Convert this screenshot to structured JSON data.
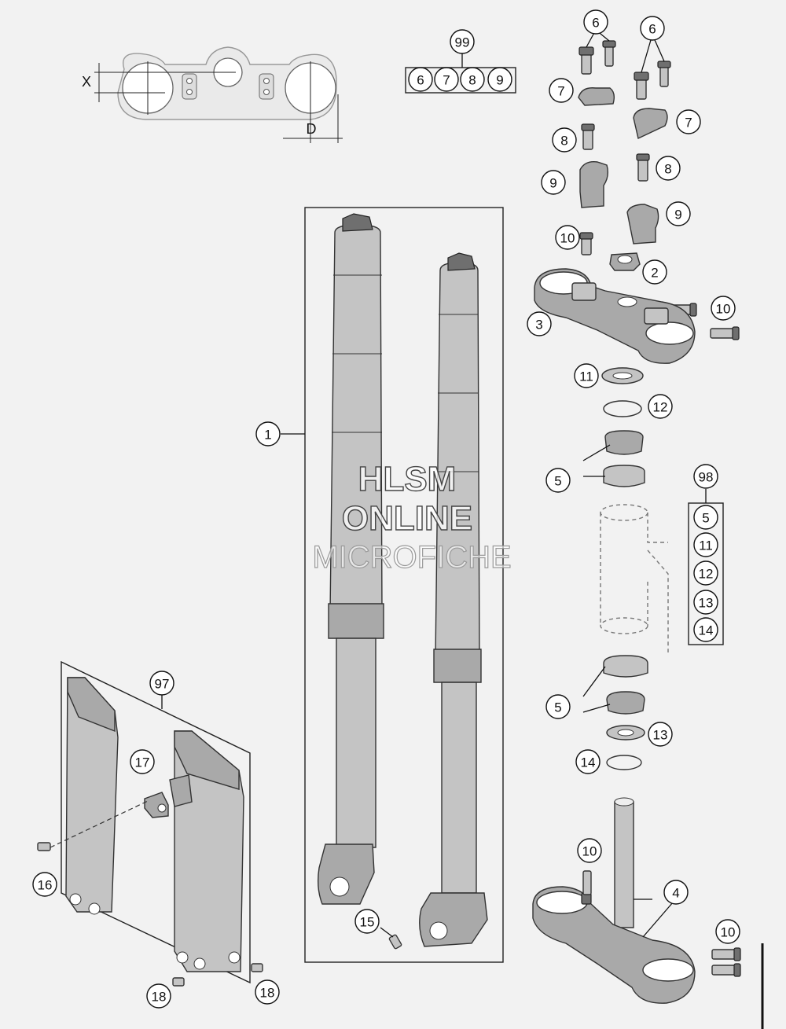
{
  "dimension_labels": {
    "x": "X",
    "d": "D"
  },
  "watermark": {
    "line1": "HLSM",
    "line2": "ONLINE",
    "line3": "MICROFICHE"
  },
  "callouts": {
    "c99": "99",
    "k99a": "6",
    "k99b": "7",
    "k99c": "8",
    "k99d": "9",
    "c6a": "6",
    "c6b": "6",
    "c7a": "7",
    "c7b": "7",
    "c8a": "8",
    "c8b": "8",
    "c9a": "9",
    "c9b": "9",
    "c10a": "10",
    "c10b": "10",
    "c10c": "10",
    "c10d": "10",
    "c2": "2",
    "c3": "3",
    "c11": "11",
    "c12": "12",
    "c5a": "5",
    "c5b": "5",
    "c98": "98",
    "k98a": "5",
    "k98b": "11",
    "k98c": "12",
    "k98d": "13",
    "k98e": "14",
    "c13": "13",
    "c14": "14",
    "c4": "4",
    "c1": "1",
    "c15": "15",
    "c97": "97",
    "c17": "17",
    "c16": "16",
    "c18a": "18",
    "c18b": "18"
  },
  "colors": {
    "part": "#a9a9a9",
    "part_light": "#c4c4c4",
    "part_dark": "#6f6f6f",
    "line": "#222222",
    "background": "#f2f2f2"
  }
}
